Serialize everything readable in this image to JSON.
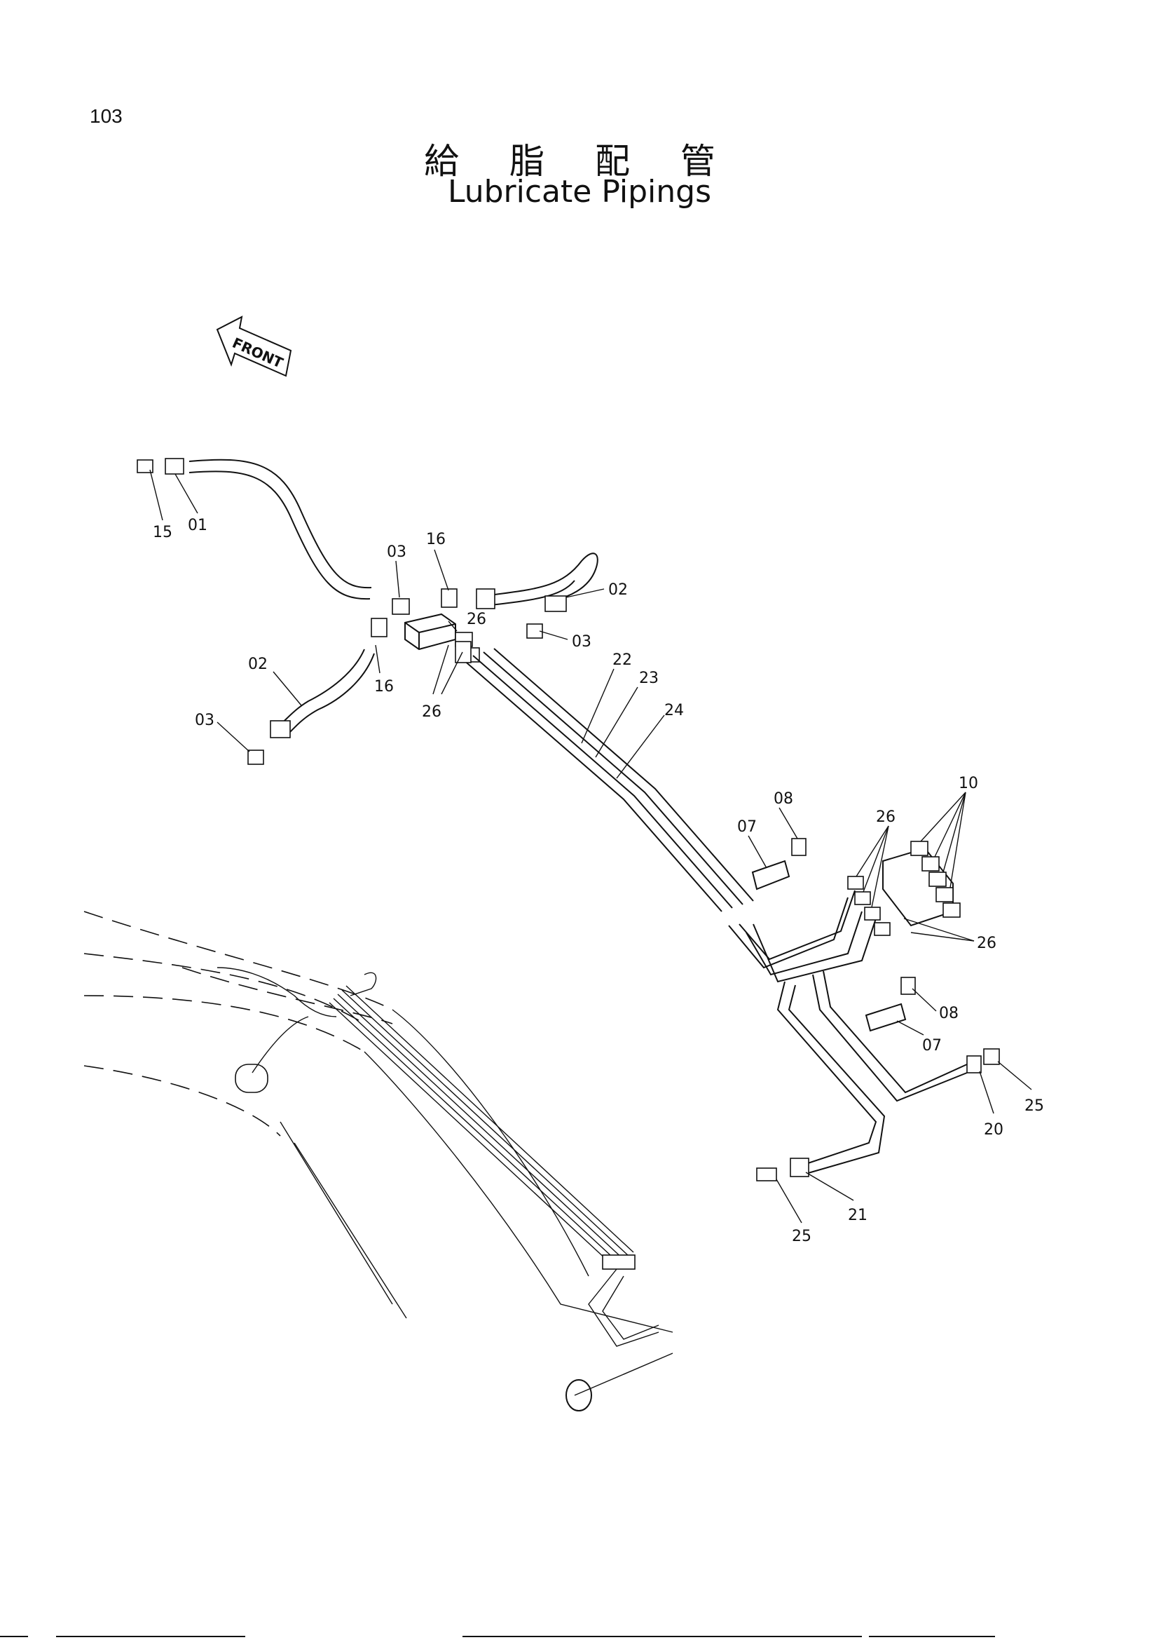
{
  "page_number": "103",
  "title_jp": "給 脂 配 管",
  "title_en": "Lubricate Pipings",
  "front_arrow_label": "FRONT",
  "callouts": [
    {
      "id": "c1",
      "text": "15"
    },
    {
      "id": "c2",
      "text": "01"
    },
    {
      "id": "c3",
      "text": "03"
    },
    {
      "id": "c4",
      "text": "16"
    },
    {
      "id": "c5",
      "text": "02"
    },
    {
      "id": "c6",
      "text": "26"
    },
    {
      "id": "c7",
      "text": "03"
    },
    {
      "id": "c8",
      "text": "02"
    },
    {
      "id": "c9",
      "text": "16"
    },
    {
      "id": "c10",
      "text": "26"
    },
    {
      "id": "c11",
      "text": "03"
    },
    {
      "id": "c12",
      "text": "22"
    },
    {
      "id": "c13",
      "text": "23"
    },
    {
      "id": "c14",
      "text": "24"
    },
    {
      "id": "c15",
      "text": "08"
    },
    {
      "id": "c16",
      "text": "07"
    },
    {
      "id": "c17",
      "text": "10"
    },
    {
      "id": "c18",
      "text": "26"
    },
    {
      "id": "c19",
      "text": "26"
    },
    {
      "id": "c20",
      "text": "08"
    },
    {
      "id": "c21",
      "text": "07"
    },
    {
      "id": "c22",
      "text": "25"
    },
    {
      "id": "c23",
      "text": "20"
    },
    {
      "id": "c24",
      "text": "21"
    },
    {
      "id": "c25",
      "text": "25"
    }
  ]
}
